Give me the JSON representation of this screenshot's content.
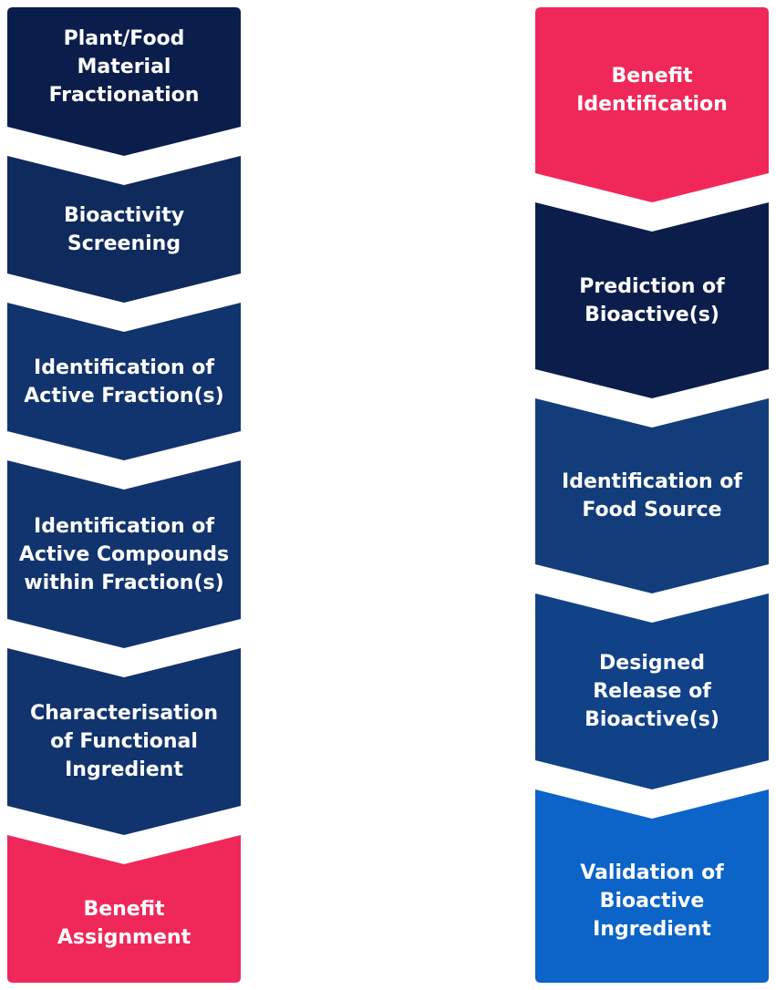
{
  "colors": {
    "navy_darkest": "#0B1E4B",
    "navy_dark": "#0F2A5C",
    "navy_mid": "#12346E",
    "blue_mid": "#114288",
    "blue_bright": "#0C63C8",
    "pink": "#F0285A",
    "text": "#FFFFFF"
  },
  "left_flow": {
    "steps": [
      {
        "label": "Plant/Food\nMaterial\nFractionation",
        "color": "#0B1E4B"
      },
      {
        "label": "Bioactivity\nScreening",
        "color": "#0F2A5C"
      },
      {
        "label": "Identification of\nActive Fraction(s)",
        "color": "#12346E"
      },
      {
        "label": "Identification of\nActive Compounds\nwithin Fraction(s)",
        "color": "#12346E"
      },
      {
        "label": "Characterisation\nof Functional\nIngredient",
        "color": "#12346E"
      },
      {
        "label": "Benefit\nAssignment",
        "color": "#F0285A"
      }
    ]
  },
  "right_flow": {
    "steps": [
      {
        "label": "Benefit\nIdentification",
        "color": "#F0285A"
      },
      {
        "label": "Prediction of\nBioactive(s)",
        "color": "#0B1E4B"
      },
      {
        "label": "Identification of\nFood Source",
        "color": "#123D7A"
      },
      {
        "label": "Designed\nRelease of\nBioactive(s)",
        "color": "#114288"
      },
      {
        "label": "Validation of\nBioactive\nIngredient",
        "color": "#0C63C8"
      }
    ]
  }
}
